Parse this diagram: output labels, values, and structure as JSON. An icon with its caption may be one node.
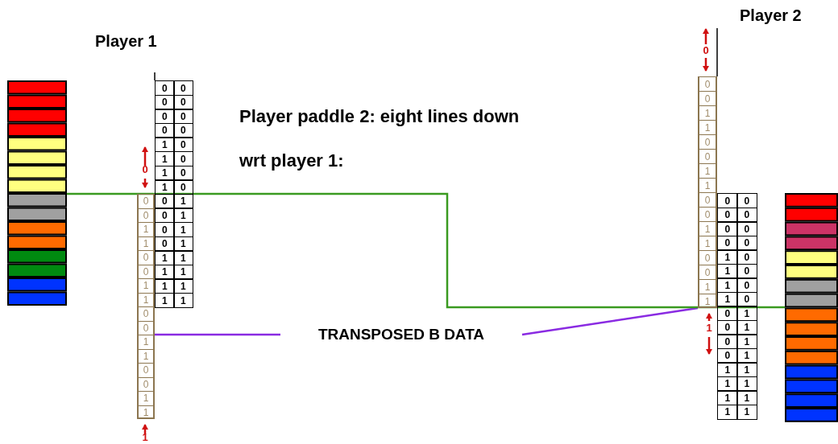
{
  "diagram": {
    "nodes": [
      {
        "text": [],
        "shape": "bar"
      },
      {
        "text": [],
        "shape": "bar"
      },
      {
        "text": [],
        "shape": "bar"
      },
      {
        "text": [
          "TRANSPOSED B DATA"
        ]
      },
      {
        "text": [],
        "shape": "bar"
      }
    ],
    "edges": [
      {
        "from": 3,
        "to": 1,
        "arrow": "none"
      },
      {
        "from": 3,
        "to": 2,
        "arrow": "none"
      },
      {
        "from": 0,
        "to": 4,
        "arrow": "none",
        "color": "#3a9a20"
      }
    ],
    "labels": [
      "Player 1",
      "Player 2",
      "Player paddle 2: eight lines down",
      "wrt player 1:",
      "0",
      "0",
      "0",
      "1",
      "1",
      "0",
      "0",
      "1",
      "1",
      "0",
      "0",
      "1",
      "1",
      "0",
      "0",
      "1",
      "1",
      "0",
      "0",
      "0",
      "0",
      "0",
      "0",
      "0",
      "0",
      "1",
      "0",
      "1",
      "0",
      "1",
      "0",
      "1",
      "0",
      "0",
      "1",
      "0",
      "1",
      "0",
      "1",
      "0",
      "1",
      "1",
      "1",
      "1",
      "1",
      "1",
      "1",
      "1",
      "1",
      "1",
      "0",
      "0",
      "0",
      "1",
      "1",
      "0",
      "0",
      "1",
      "1",
      "0",
      "0",
      "1",
      "1",
      "0",
      "0",
      "1",
      "1",
      "0",
      "0",
      "0",
      "0",
      "0",
      "0",
      "0",
      "0",
      "1",
      "0",
      "1",
      "0",
      "1",
      "0",
      "1",
      "0",
      "0",
      "1",
      "0",
      "1",
      "0",
      "1",
      "0",
      "1",
      "1",
      "1",
      "1",
      "1",
      "1",
      "1",
      "1",
      "1",
      "1"
    ]
  }
}
